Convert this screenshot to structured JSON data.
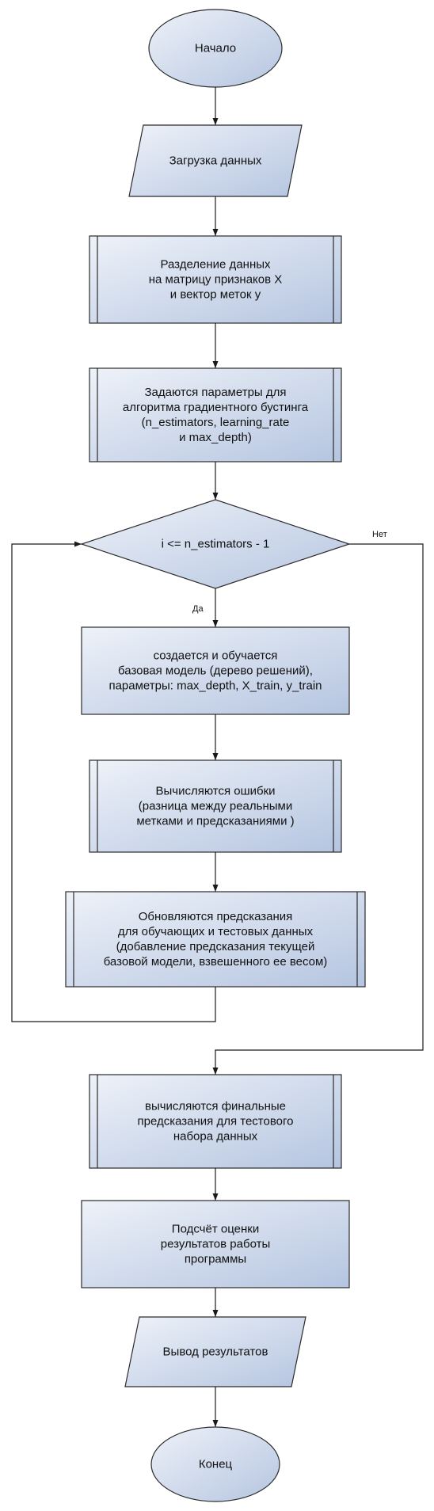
{
  "colors": {
    "fill_light": "#eef2f9",
    "fill_dark": "#b5c5e0",
    "stroke": "#2b2b2b"
  },
  "nodes": {
    "start": {
      "shape": "terminator",
      "lines": [
        "Начало"
      ]
    },
    "load": {
      "shape": "data",
      "lines": [
        "Загрузка данных"
      ]
    },
    "split": {
      "shape": "subprocess",
      "lines": [
        "Разделение данных",
        "на матрицу признаков X",
        "и вектор меток y"
      ]
    },
    "params": {
      "shape": "subprocess",
      "lines": [
        "Задаются параметры для",
        "алгоритма градиентного бустинга",
        "(n_estimators, learning_rate",
        "и max_depth)"
      ]
    },
    "cond": {
      "shape": "decision",
      "lines": [
        "i <= n_estimators - 1"
      ]
    },
    "train": {
      "shape": "process",
      "lines": [
        "создается и обучается",
        "базовая модель (дерево решений),",
        "параметры: max_depth, X_train, y_train"
      ]
    },
    "errors": {
      "shape": "subprocess",
      "lines": [
        "Вычисляются ошибки",
        "(разница между реальными",
        "метками и предсказаниями )"
      ]
    },
    "update": {
      "shape": "subprocess",
      "lines": [
        "Обновляются предсказания",
        "для обучающих и тестовых данных",
        "(добавление предсказания текущей",
        "базовой модели, взвешенного ее весом)"
      ]
    },
    "final": {
      "shape": "subprocess",
      "lines": [
        "вычисляются финальные",
        "предсказания для тестового",
        "набора данных"
      ]
    },
    "score": {
      "shape": "process",
      "lines": [
        "Подсчёт оценки",
        "результатов работы",
        "программы"
      ]
    },
    "output": {
      "shape": "data",
      "lines": [
        "Вывод результатов"
      ]
    },
    "end": {
      "shape": "terminator",
      "lines": [
        "Конец"
      ]
    }
  },
  "edges": [
    {
      "from": "start",
      "to": "load"
    },
    {
      "from": "load",
      "to": "split"
    },
    {
      "from": "split",
      "to": "params"
    },
    {
      "from": "params",
      "to": "cond"
    },
    {
      "from": "cond",
      "to": "train",
      "label": "Да"
    },
    {
      "from": "train",
      "to": "errors"
    },
    {
      "from": "errors",
      "to": "update"
    },
    {
      "from": "update",
      "to": "cond",
      "kind": "loop-back"
    },
    {
      "from": "cond",
      "to": "final",
      "label": "Нет"
    },
    {
      "from": "final",
      "to": "score"
    },
    {
      "from": "score",
      "to": "output"
    },
    {
      "from": "output",
      "to": "end"
    }
  ]
}
